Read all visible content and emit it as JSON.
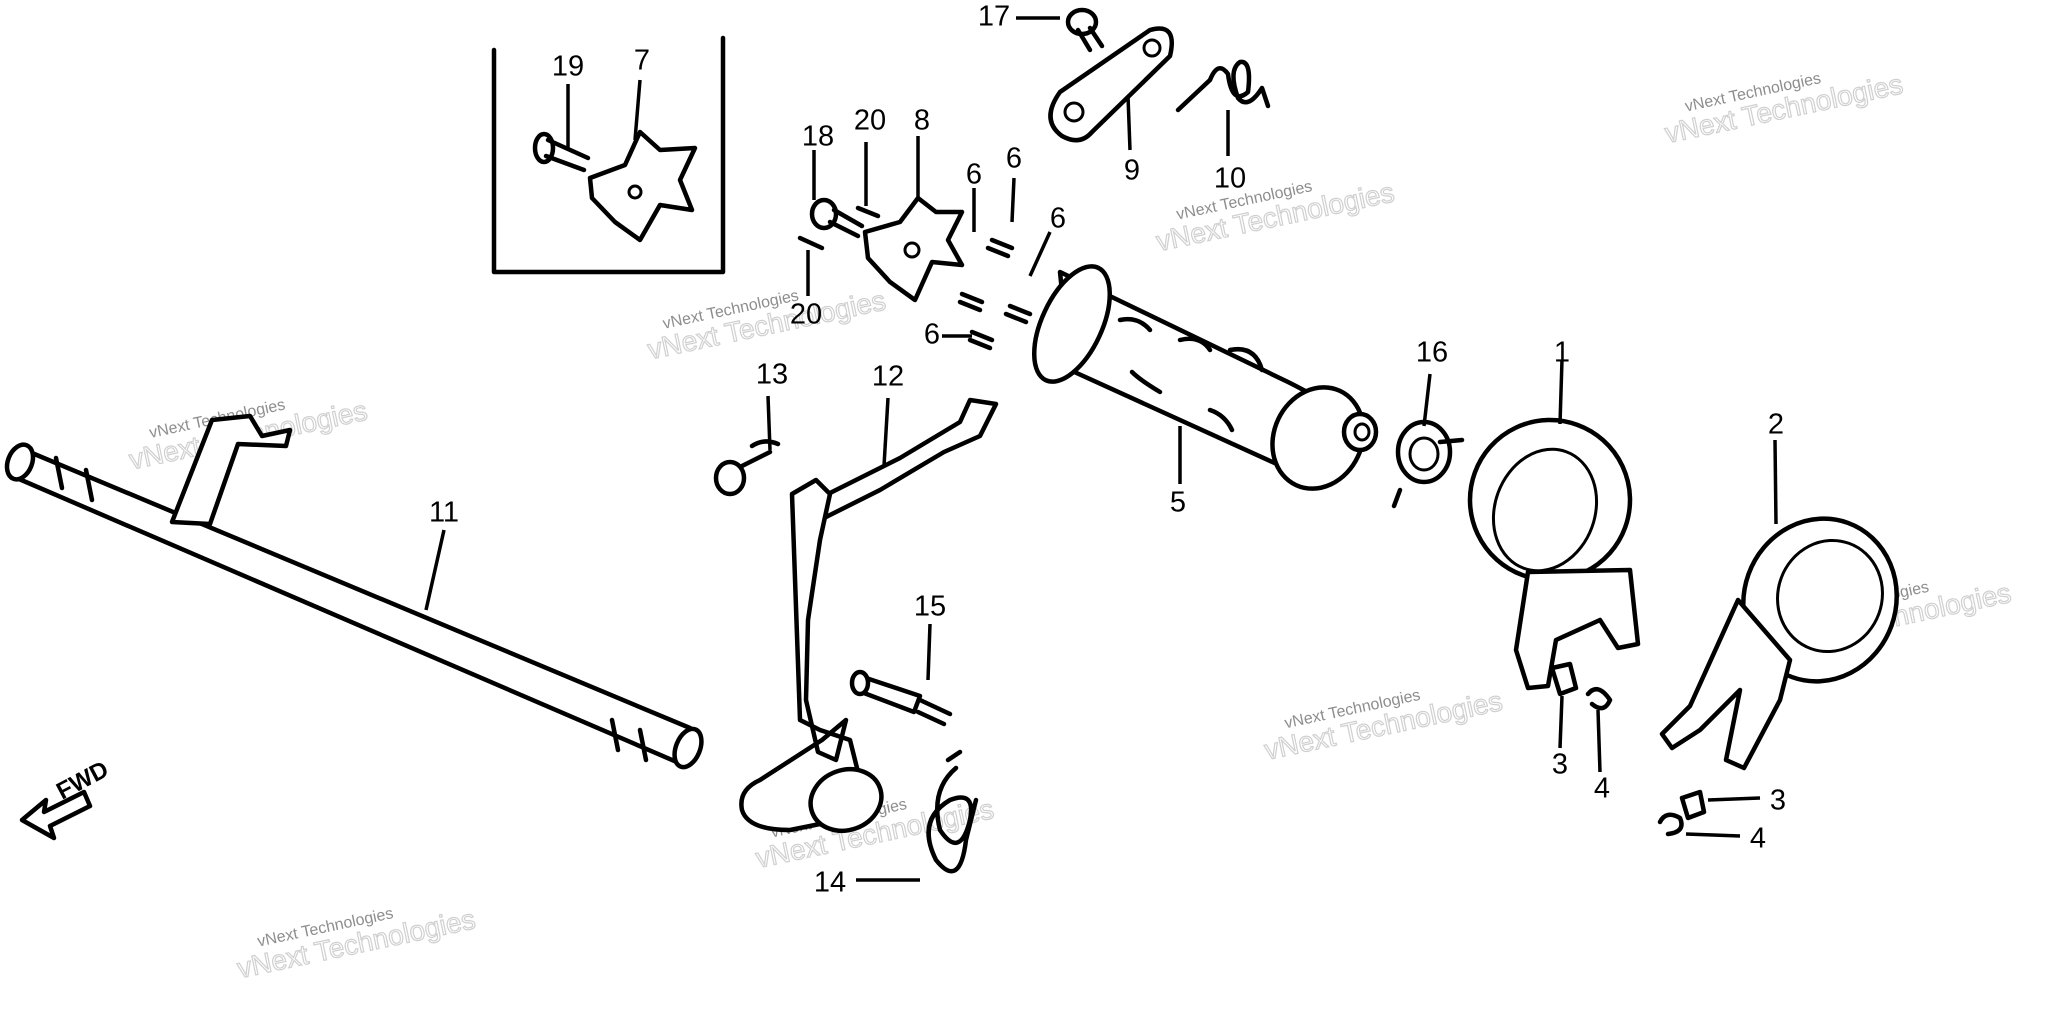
{
  "callouts": {
    "c1": "1",
    "c2": "2",
    "c3a": "3",
    "c3b": "3",
    "c4a": "4",
    "c4b": "4",
    "c5": "5",
    "c6a": "6",
    "c6b": "6",
    "c6c": "6",
    "c6d": "6",
    "c7": "7",
    "c8": "8",
    "c9": "9",
    "c10": "10",
    "c11": "11",
    "c12": "12",
    "c13": "13",
    "c14": "14",
    "c15": "15",
    "c16": "16",
    "c17": "17",
    "c18": "18",
    "c19": "19",
    "c20a": "20",
    "c20b": "20"
  },
  "direction_label": "FWD",
  "watermark": {
    "brand_big": "vNext Technologies",
    "brand_small": "vNext Technologies"
  }
}
